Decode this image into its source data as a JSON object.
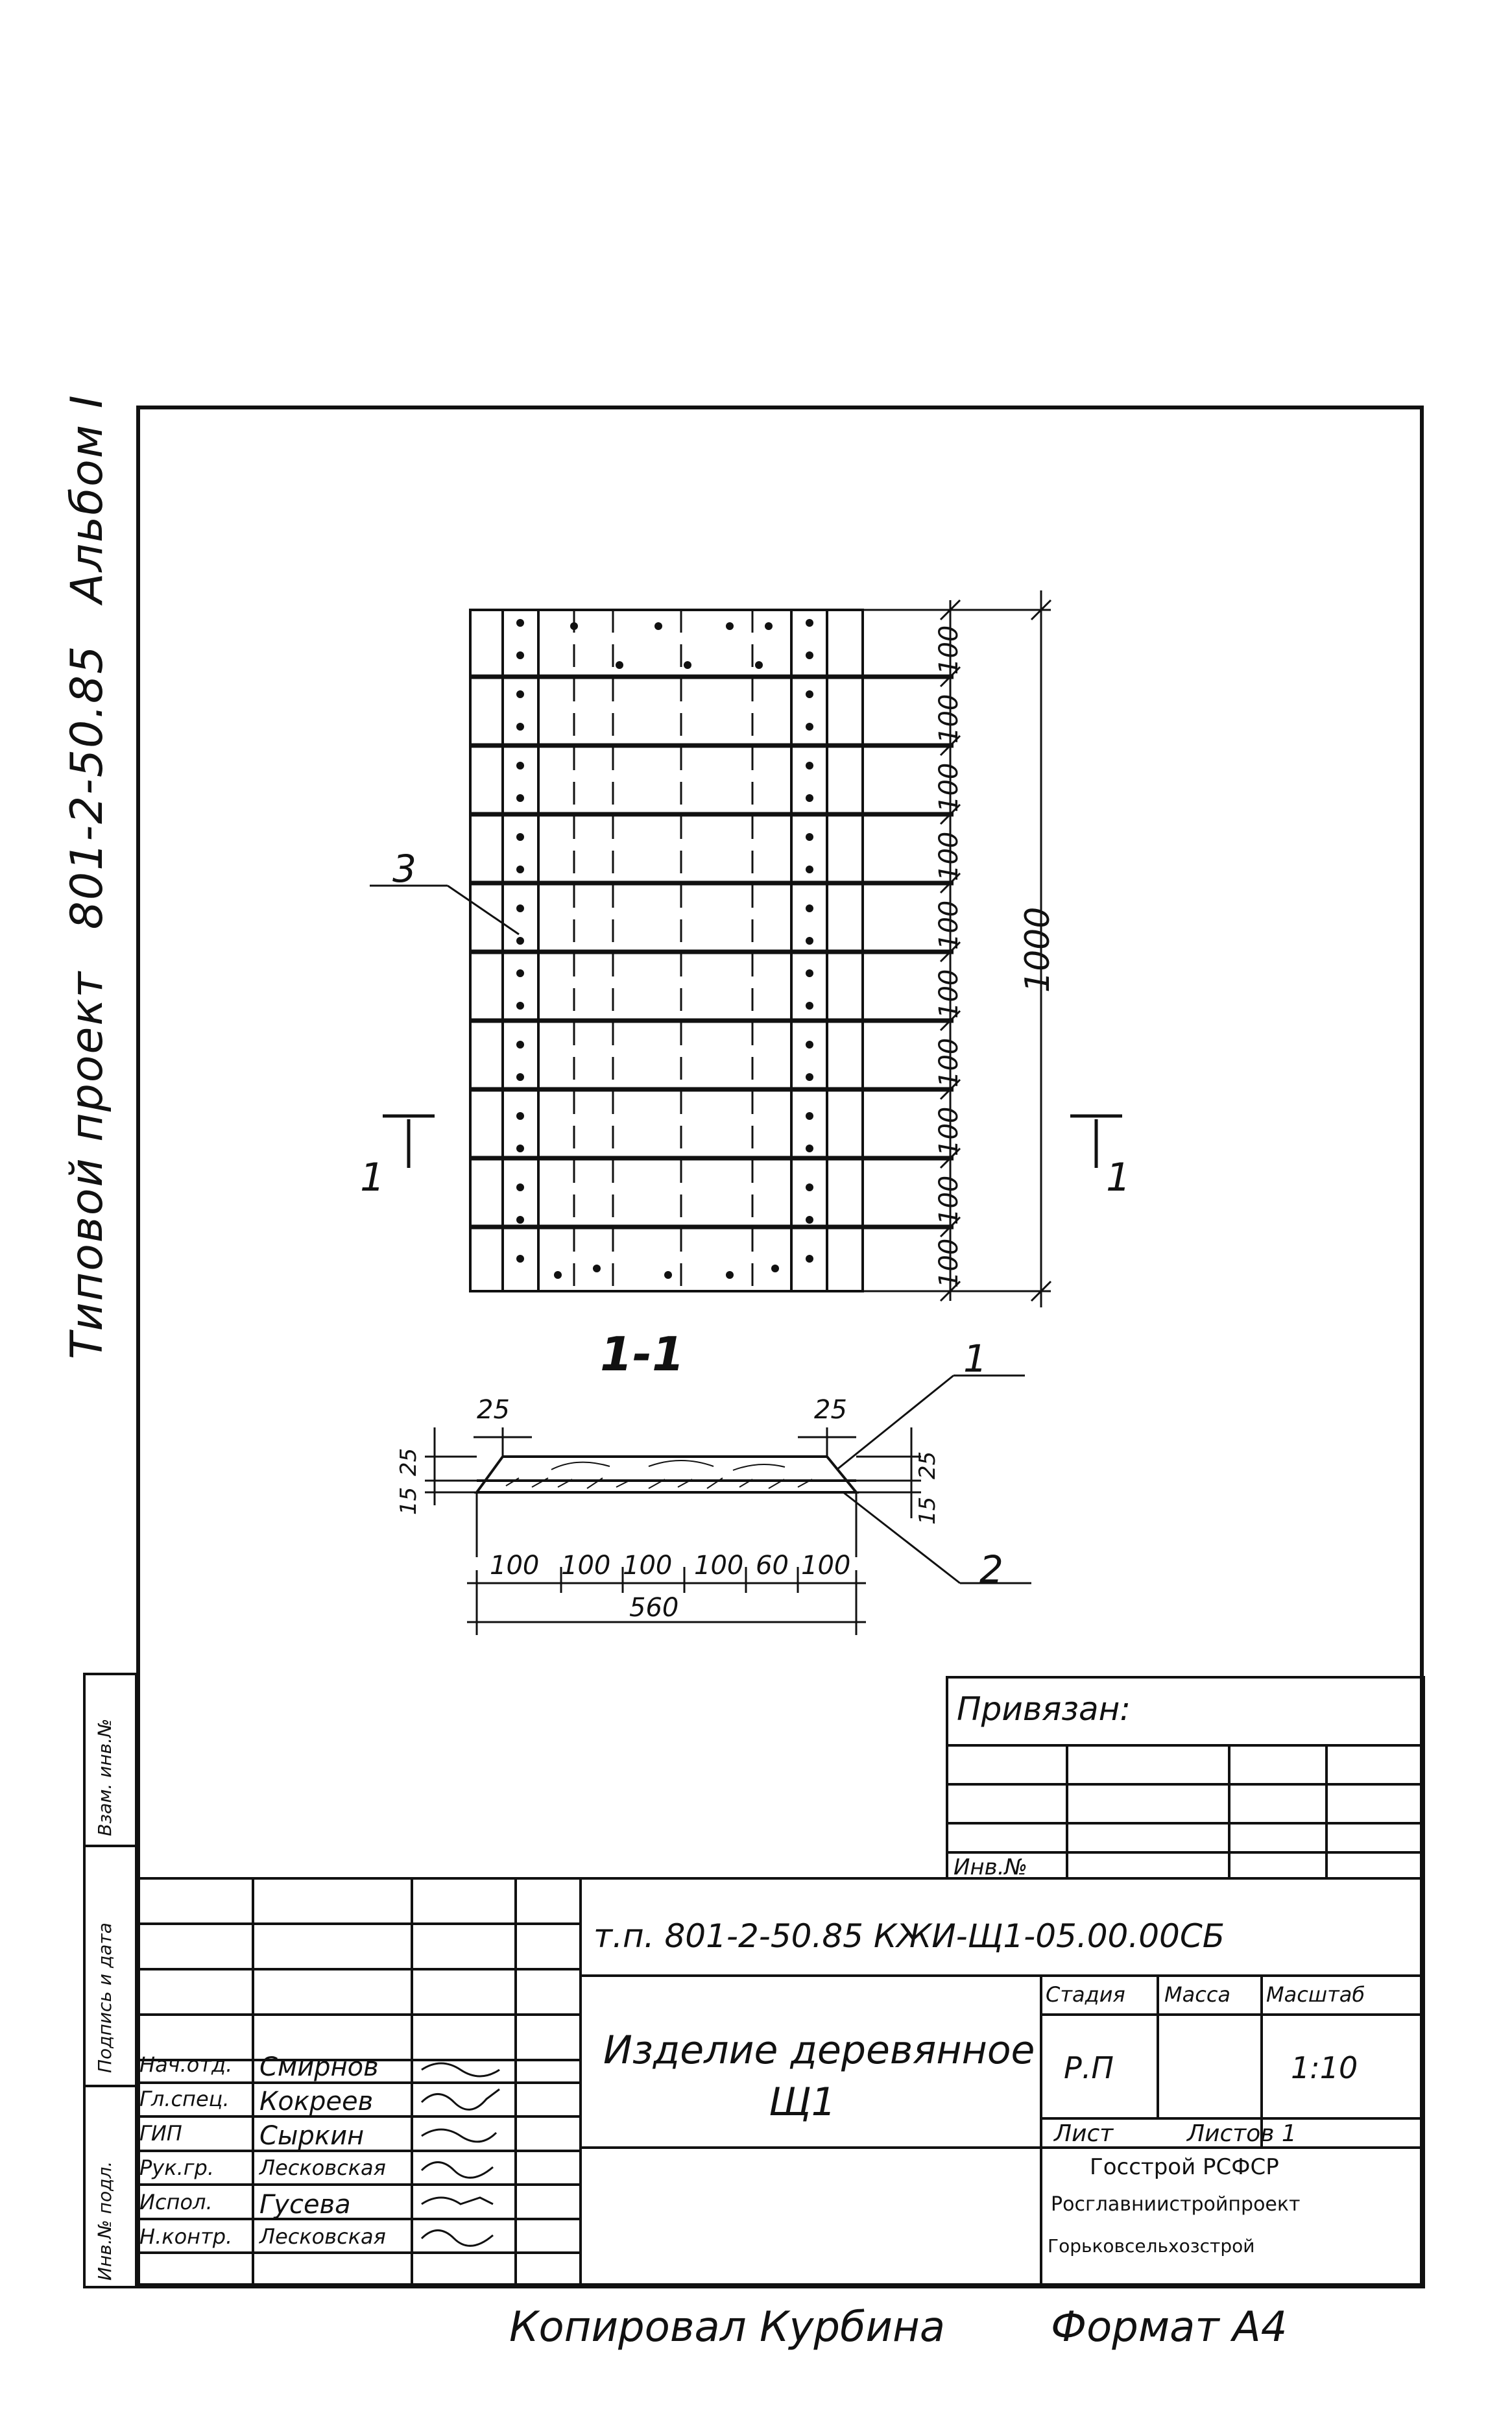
{
  "side_title": {
    "project": "Типовой проект",
    "number": "801-2-50.85",
    "album": "Альбом I"
  },
  "dims": {
    "row_dims": [
      "100",
      "100",
      "100",
      "100",
      "100",
      "100",
      "100",
      "100",
      "100",
      "100"
    ],
    "total_height": "1000",
    "section_label_left": "1",
    "section_label_right": "1",
    "section_name": "1-1",
    "callout_3": "3",
    "callout_1": "1",
    "callout_2": "2",
    "top_25_left": "25",
    "top_25_right": "25",
    "left_25": "25",
    "left_15": "15",
    "right_25": "25",
    "right_15": "15",
    "bottom_dims": [
      "100",
      "100",
      "100",
      "100",
      "60",
      "100"
    ],
    "bottom_total": "560"
  },
  "stamp": {
    "privyazan": "Привязан:",
    "inv_no": "Инв.№",
    "code": "т.п. 801-2-50.85 КЖИ-Щ1-05.00.00СБ",
    "name_line1": "Изделие деревянное",
    "name_line2": "Щ1",
    "stage_header": "Стадия",
    "mass_header": "Масса",
    "scale_header": "Масштаб",
    "stage_value": "Р.П",
    "scale_value": "1:10",
    "sheet_label": "Лист",
    "sheets_label": "Листов 1",
    "org_line1": "Госстрой РСФСР",
    "org_line2": "Росглавниистройпроект",
    "org_line3": "Горьковсельхозстрой",
    "people": [
      {
        "role": "Нач.отд.",
        "name": "Смирнов"
      },
      {
        "role": "Гл.спец.",
        "name": "Кокреев"
      },
      {
        "role": "ГИП",
        "name": "Сыркин"
      },
      {
        "role": "Рук.гр.",
        "name": "Лесковская"
      },
      {
        "role": "Испол.",
        "name": "Гусева"
      },
      {
        "role": "Н.контр.",
        "name": "Лесковская"
      }
    ],
    "side_col_1": "Инв.№ подл.",
    "side_col_2": "Подпись и дата",
    "side_col_3": "Взам. инв.№"
  },
  "footer": {
    "copied": "Копировал Курбина",
    "format": "Формат А4"
  }
}
